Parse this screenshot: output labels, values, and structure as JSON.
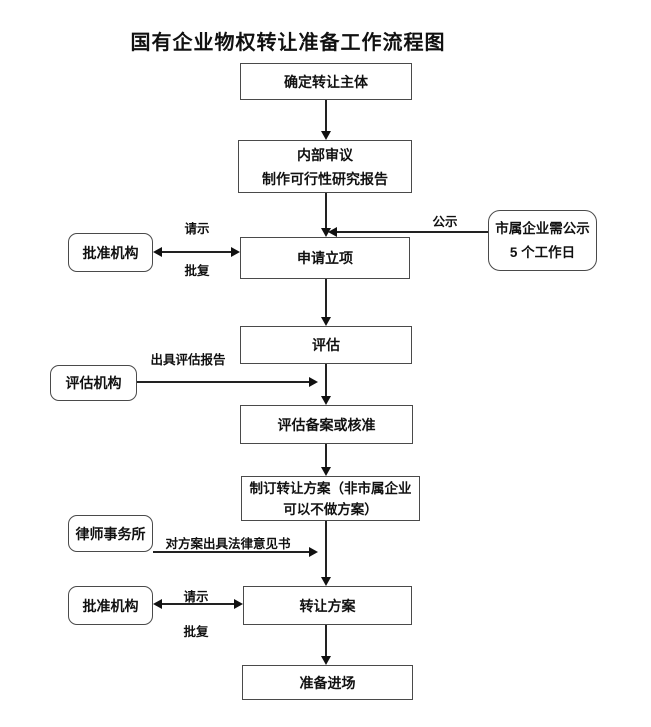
{
  "title": "国有企业物权转让准备工作流程图",
  "colors": {
    "background": "#ffffff",
    "box_border": "#4a4a4a",
    "line": "#222222",
    "text": "#111111"
  },
  "nodes": {
    "step1": {
      "label": "确定转让主体"
    },
    "step2": {
      "line1": "内部审议",
      "line2": "制作可行性研究报告"
    },
    "step3": {
      "label": "申请立项"
    },
    "step4": {
      "label": "评估"
    },
    "step5": {
      "label": "评估备案或核准"
    },
    "step6": {
      "line1": "制订转让方案（非市属企业",
      "line2": "可以不做方案）"
    },
    "step7": {
      "label": "转让方案"
    },
    "step8": {
      "label": "准备进场"
    }
  },
  "side_nodes": {
    "approval_org_1": {
      "label": "批准机构"
    },
    "publicity_note": {
      "line1": "市属企业需公示",
      "line2": "5 个工作日"
    },
    "evaluation_org": {
      "label": "评估机构"
    },
    "law_firm": {
      "label": "律师事务所"
    },
    "approval_org_2": {
      "label": "批准机构"
    }
  },
  "edge_labels": {
    "publicity": "公示",
    "request_1": "请示",
    "reply_1": "批复",
    "evaluation_report": "出具评估报告",
    "legal_opinion": "对方案出具法律意见书",
    "request_2": "请示",
    "reply_2": "批复"
  }
}
